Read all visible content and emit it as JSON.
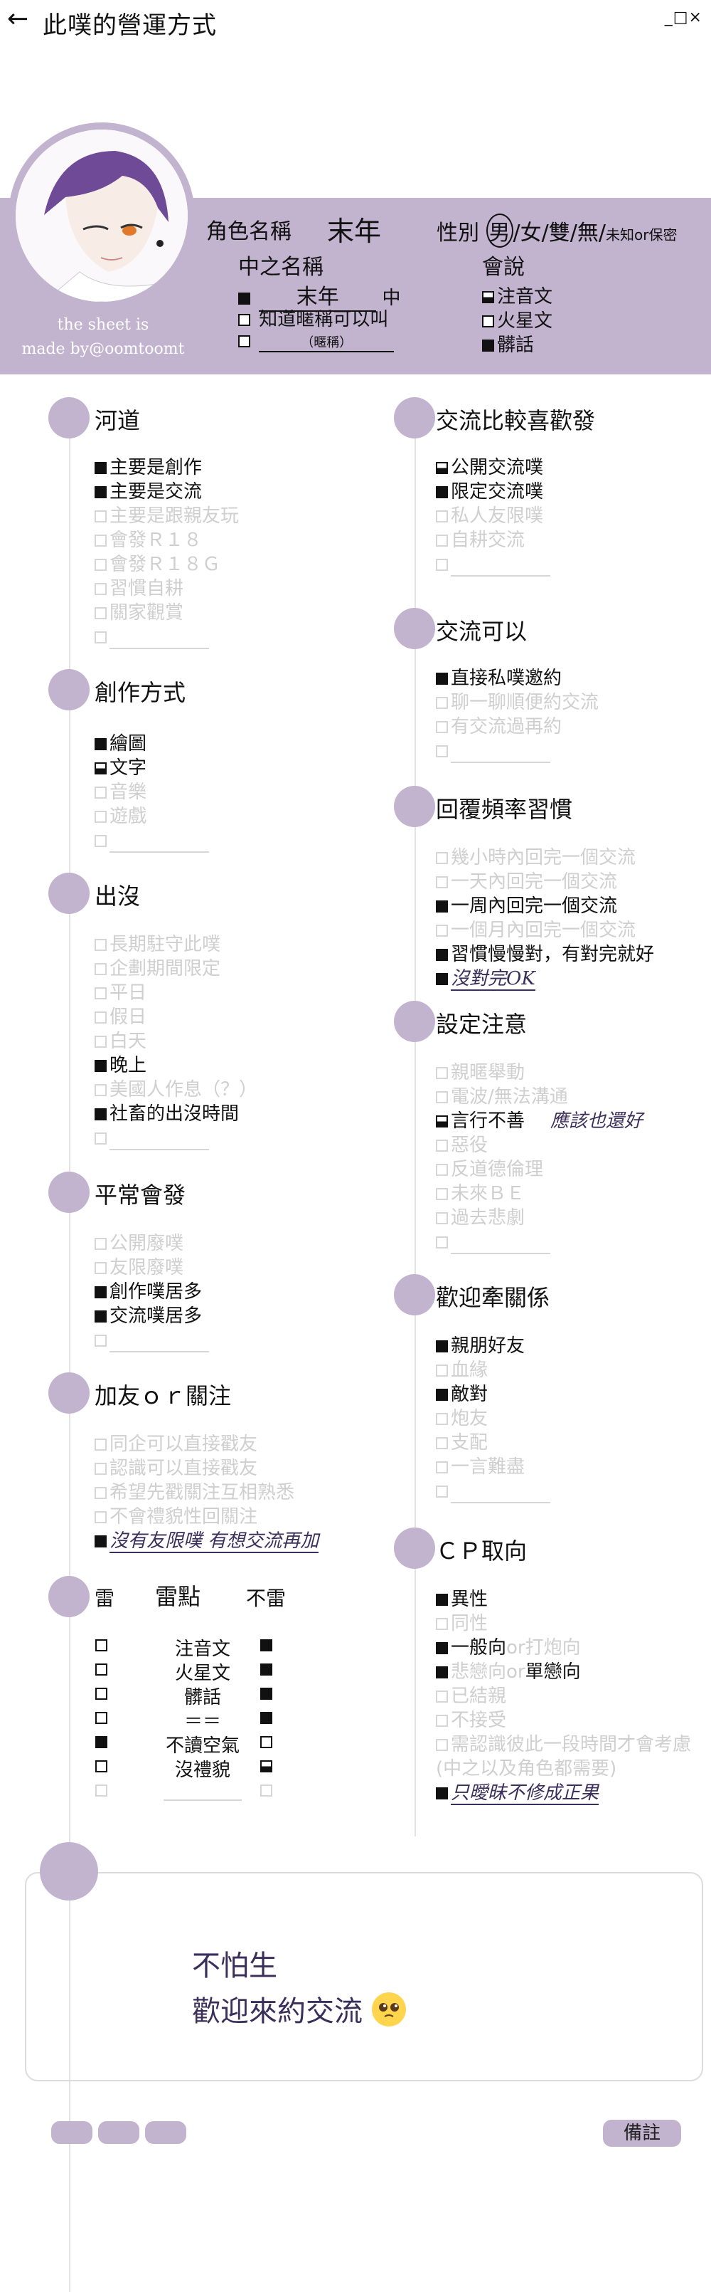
{
  "header": {
    "title": "此噗的營運方式",
    "back_icon": "arrow-left-icon",
    "window_controls": "_□×"
  },
  "colors": {
    "accent": "#c2b3cf",
    "handwriting": "#3a2f5a",
    "disabled": "#cfcfcf"
  },
  "profile": {
    "credit_line1": "the sheet is",
    "credit_line2": "made by@oomtoomt",
    "char_label": "角色名稱",
    "char_value": "末年",
    "gender_label": "性別",
    "gender_selected": "男",
    "gender_rest": "/女/雙/無/",
    "gender_small": "未知or保密",
    "nickname_label": "中之名稱",
    "nick_value": "末年",
    "nick_suffix": "中",
    "nick_option2": "知道暱稱可以叫",
    "nick_hint": "（暱稱）",
    "speak_label": "會說",
    "speak": [
      "注音文",
      "火星文",
      "髒話"
    ]
  },
  "sections": {
    "hedao": {
      "title": "河道",
      "items": [
        "主要是創作",
        "主要是交流",
        "主要是跟親友玩",
        "會發Ｒ１８",
        "會發Ｒ１８Ｇ",
        "習慣自耕",
        "關家觀賞"
      ]
    },
    "jiaoliu_fa": {
      "title": "交流比較喜歡發",
      "items": [
        "公開交流噗",
        "限定交流噗",
        "私人友限噗",
        "自耕交流"
      ]
    },
    "jiaoliu_keyi": {
      "title": "交流可以",
      "items": [
        "直接私噗邀約",
        "聊一聊順便約交流",
        "有交流過再約"
      ]
    },
    "chuangzuo": {
      "title": "創作方式",
      "items": [
        "繪圖",
        "文字",
        "音樂",
        "遊戲"
      ]
    },
    "huifu": {
      "title": "回覆頻率習慣",
      "items": [
        "幾小時內回完一個交流",
        "一天內回完一個交流",
        "一周內回完一個交流",
        "一個月內回完一個交流",
        "習慣慢慢對，有對完就好"
      ],
      "handwritten": "沒對完OK"
    },
    "chumo": {
      "title": "出沒",
      "items": [
        "長期駐守此噗",
        "企劃期間限定",
        "平日",
        "假日",
        "白天",
        "晚上",
        "美國人作息（？）",
        "社畜的出沒時間"
      ]
    },
    "sheding": {
      "title": "設定注意",
      "items": [
        "親暱舉動",
        "電波/無法溝通",
        "言行不善",
        "惡役",
        "反道德倫理",
        "未來ＢＥ",
        "過去悲劇"
      ],
      "handwritten_note": "應該也還好"
    },
    "pingchang": {
      "title": "平常會發",
      "items": [
        "公開廢噗",
        "友限廢噗",
        "創作噗居多",
        "交流噗居多"
      ]
    },
    "qianguanxi": {
      "title": "歡迎牽關係",
      "items": [
        "親朋好友",
        "血緣",
        "敵對",
        "炮友",
        "支配",
        "一言難盡"
      ]
    },
    "jiayou": {
      "title": "加友ｏｒ關注",
      "items": [
        "同企可以直接戳友",
        "認識可以直接戳友",
        "希望先戳關注互相熟悉",
        "不會禮貌性回關注"
      ],
      "handwritten": "沒有友限噗 有想交流再加"
    },
    "cp": {
      "title": "ＣＰ取向",
      "items": [
        "異性",
        "同性",
        "一般向",
        "or打炮向",
        "悲戀向",
        "or",
        "單戀向",
        "已結親",
        "不接受",
        "需認識彼此一段時間才會考慮",
        "(中之以及角色都需要)"
      ],
      "handwritten": "只曖昧不修成正果"
    },
    "lei": {
      "title_left": "雷",
      "title_mid": "雷點",
      "title_right": "不雷",
      "rows": [
        "注音文",
        "火星文",
        "髒話",
        "＝＝",
        "不讀空氣",
        "沒禮貌"
      ]
    }
  },
  "note": {
    "line1": "不怕生",
    "line2": "歡迎來約交流"
  },
  "footer": {
    "remark_button": "備註"
  }
}
